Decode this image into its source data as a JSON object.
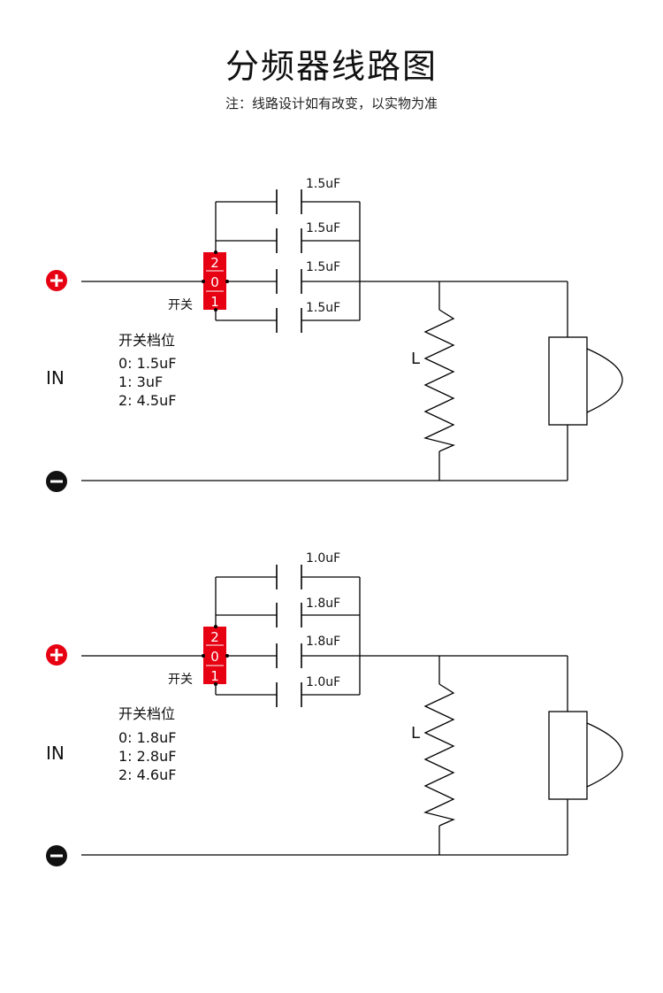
{
  "page": {
    "title": "分频器线路图",
    "note": "注：线路设计如有改变，以实物为准"
  },
  "circuits": [
    {
      "capacitors": [
        "1.5uF",
        "1.5uF",
        "1.5uF",
        "1.5uF"
      ],
      "switch_positions": [
        "2",
        "0",
        "1"
      ],
      "switch_label": "开关",
      "legend_title": "开关档位",
      "legend_lines": [
        "0:  1.5uF",
        "1:  3uF",
        "2:  4.5uF"
      ],
      "input_label": "IN",
      "inductor_label": "L"
    },
    {
      "capacitors": [
        "1.0uF",
        "1.8uF",
        "1.8uF",
        "1.0uF"
      ],
      "switch_positions": [
        "2",
        "0",
        "1"
      ],
      "switch_label": "开关",
      "legend_title": "开关档位",
      "legend_lines": [
        "0:  1.8uF",
        "1:  2.8uF",
        "2:  4.6uF"
      ],
      "input_label": "IN",
      "inductor_label": "L"
    }
  ],
  "colors": {
    "switch": "#e60012",
    "terminal": "#e60012",
    "negative_terminal": "#111111",
    "wire": "#000000"
  },
  "icons": {
    "positive_terminal": "plus-circle-icon",
    "negative_terminal": "minus-circle-icon"
  }
}
